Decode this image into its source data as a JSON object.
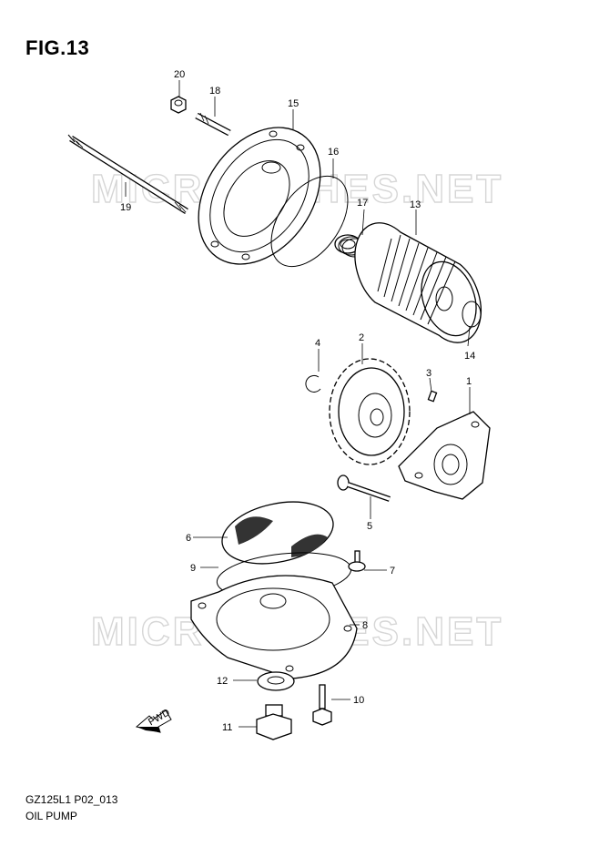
{
  "figure": {
    "title": "FIG.13",
    "code": "GZ125L1 P02_013",
    "name": "OIL PUMP"
  },
  "watermark": "MICROFICHES.NET",
  "direction_arrow": "FWD",
  "callouts": [
    "1",
    "2",
    "3",
    "4",
    "5",
    "6",
    "7",
    "8",
    "9",
    "10",
    "11",
    "12",
    "13",
    "14",
    "15",
    "16",
    "17",
    "18",
    "19",
    "20"
  ]
}
